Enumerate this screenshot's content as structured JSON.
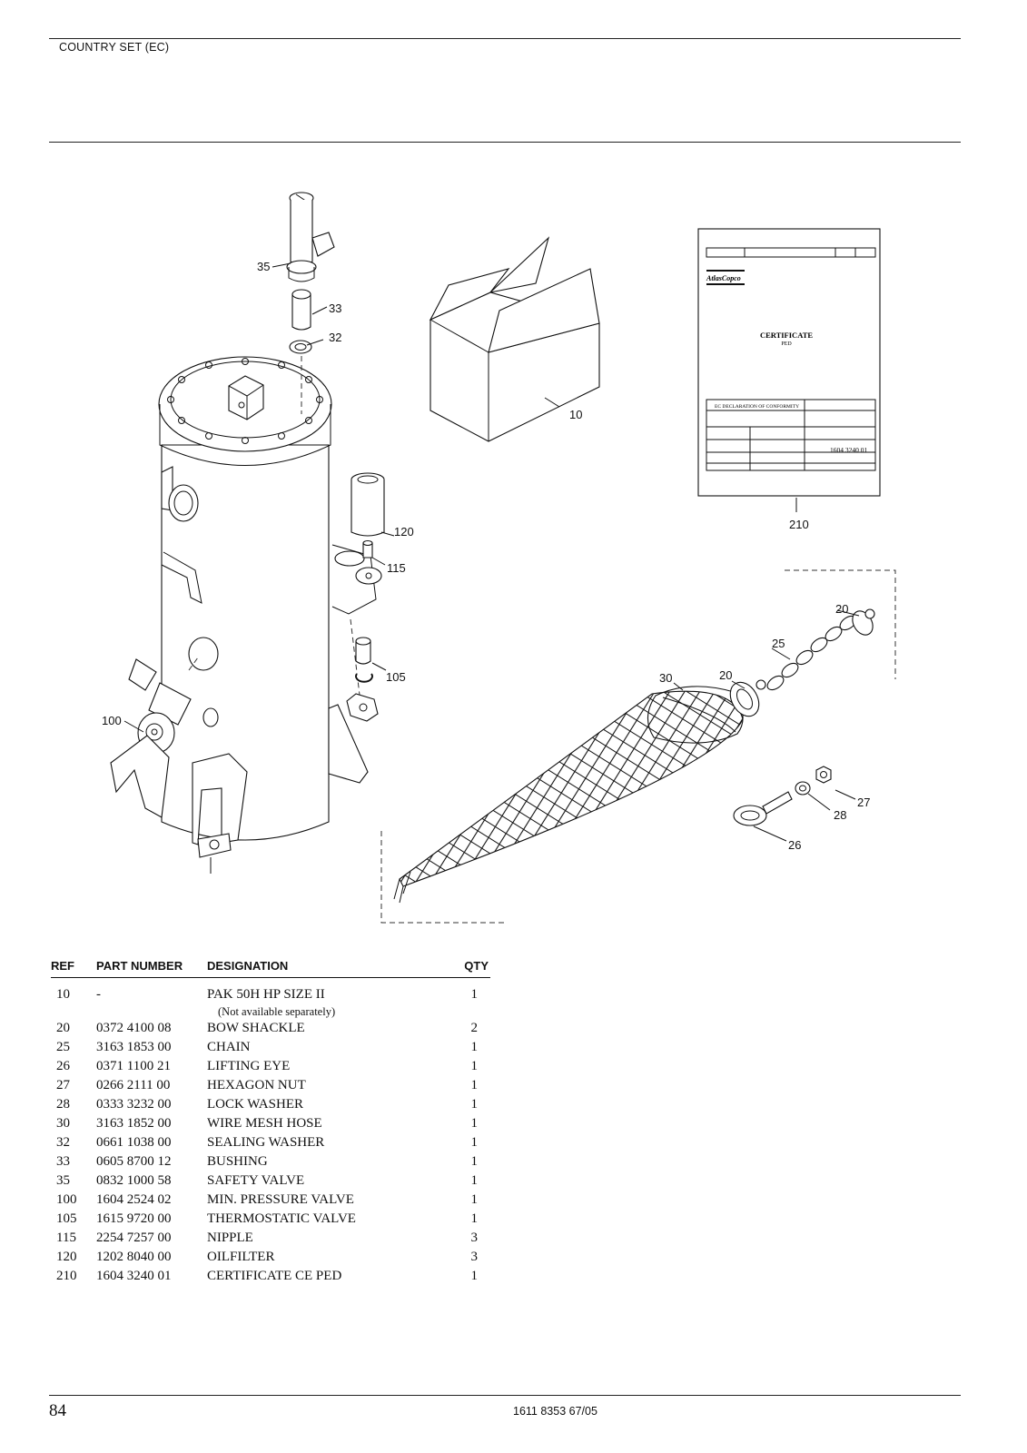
{
  "header": {
    "title": "COUNTRY SET (EC)"
  },
  "callouts": {
    "c10": "10",
    "c20a": "20",
    "c20b": "20",
    "c25": "25",
    "c26": "26",
    "c27": "27",
    "c28": "28",
    "c30": "30",
    "c32": "32",
    "c33": "33",
    "c35": "35",
    "c100": "100",
    "c105": "105",
    "c115": "115",
    "c120": "120",
    "c210": "210"
  },
  "certificate": {
    "brand": "AtlasCopco",
    "title": "CERTIFICATE",
    "subtitle": "PED",
    "declaration": "EC DECLARATION OF CONFORMITY",
    "number": "1604 3240 01"
  },
  "table": {
    "headers": {
      "ref": "REF",
      "part_number": "PART NUMBER",
      "designation": "DESIGNATION",
      "qty": "QTY"
    },
    "rows": [
      {
        "ref": "10",
        "part_number": "-",
        "designation": "PAK 50H HP SIZE II",
        "qty": "1"
      },
      {
        "ref": "20",
        "part_number": "0372 4100 08",
        "designation": "BOW SHACKLE",
        "qty": "2"
      },
      {
        "ref": "25",
        "part_number": "3163 1853 00",
        "designation": "CHAIN",
        "qty": "1"
      },
      {
        "ref": "26",
        "part_number": "0371 1100 21",
        "designation": "LIFTING EYE",
        "qty": "1"
      },
      {
        "ref": "27",
        "part_number": "0266 2111 00",
        "designation": "HEXAGON NUT",
        "qty": "1"
      },
      {
        "ref": "28",
        "part_number": "0333 3232 00",
        "designation": "LOCK WASHER",
        "qty": "1"
      },
      {
        "ref": "30",
        "part_number": "3163 1852 00",
        "designation": "WIRE MESH HOSE",
        "qty": "1"
      },
      {
        "ref": "32",
        "part_number": "0661 1038 00",
        "designation": "SEALING WASHER",
        "qty": "1"
      },
      {
        "ref": "33",
        "part_number": "0605 8700 12",
        "designation": "BUSHING",
        "qty": "1"
      },
      {
        "ref": "35",
        "part_number": "0832 1000 58",
        "designation": "SAFETY VALVE",
        "qty": "1"
      },
      {
        "ref": "100",
        "part_number": "1604 2524 02",
        "designation": "MIN. PRESSURE VALVE",
        "qty": "1"
      },
      {
        "ref": "105",
        "part_number": "1615 9720 00",
        "designation": "THERMOSTATIC VALVE",
        "qty": "1"
      },
      {
        "ref": "115",
        "part_number": "2254 7257 00",
        "designation": "NIPPLE",
        "qty": "3"
      },
      {
        "ref": "120",
        "part_number": "1202 8040 00",
        "designation": "OILFILTER",
        "qty": "3"
      },
      {
        "ref": "210",
        "part_number": "1604 3240 01",
        "designation": "CERTIFICATE CE PED",
        "qty": "1"
      }
    ],
    "note_row_0": "(Not available separately)"
  },
  "footer": {
    "page_number": "84",
    "doc_number": "1611 8353 67/05"
  }
}
